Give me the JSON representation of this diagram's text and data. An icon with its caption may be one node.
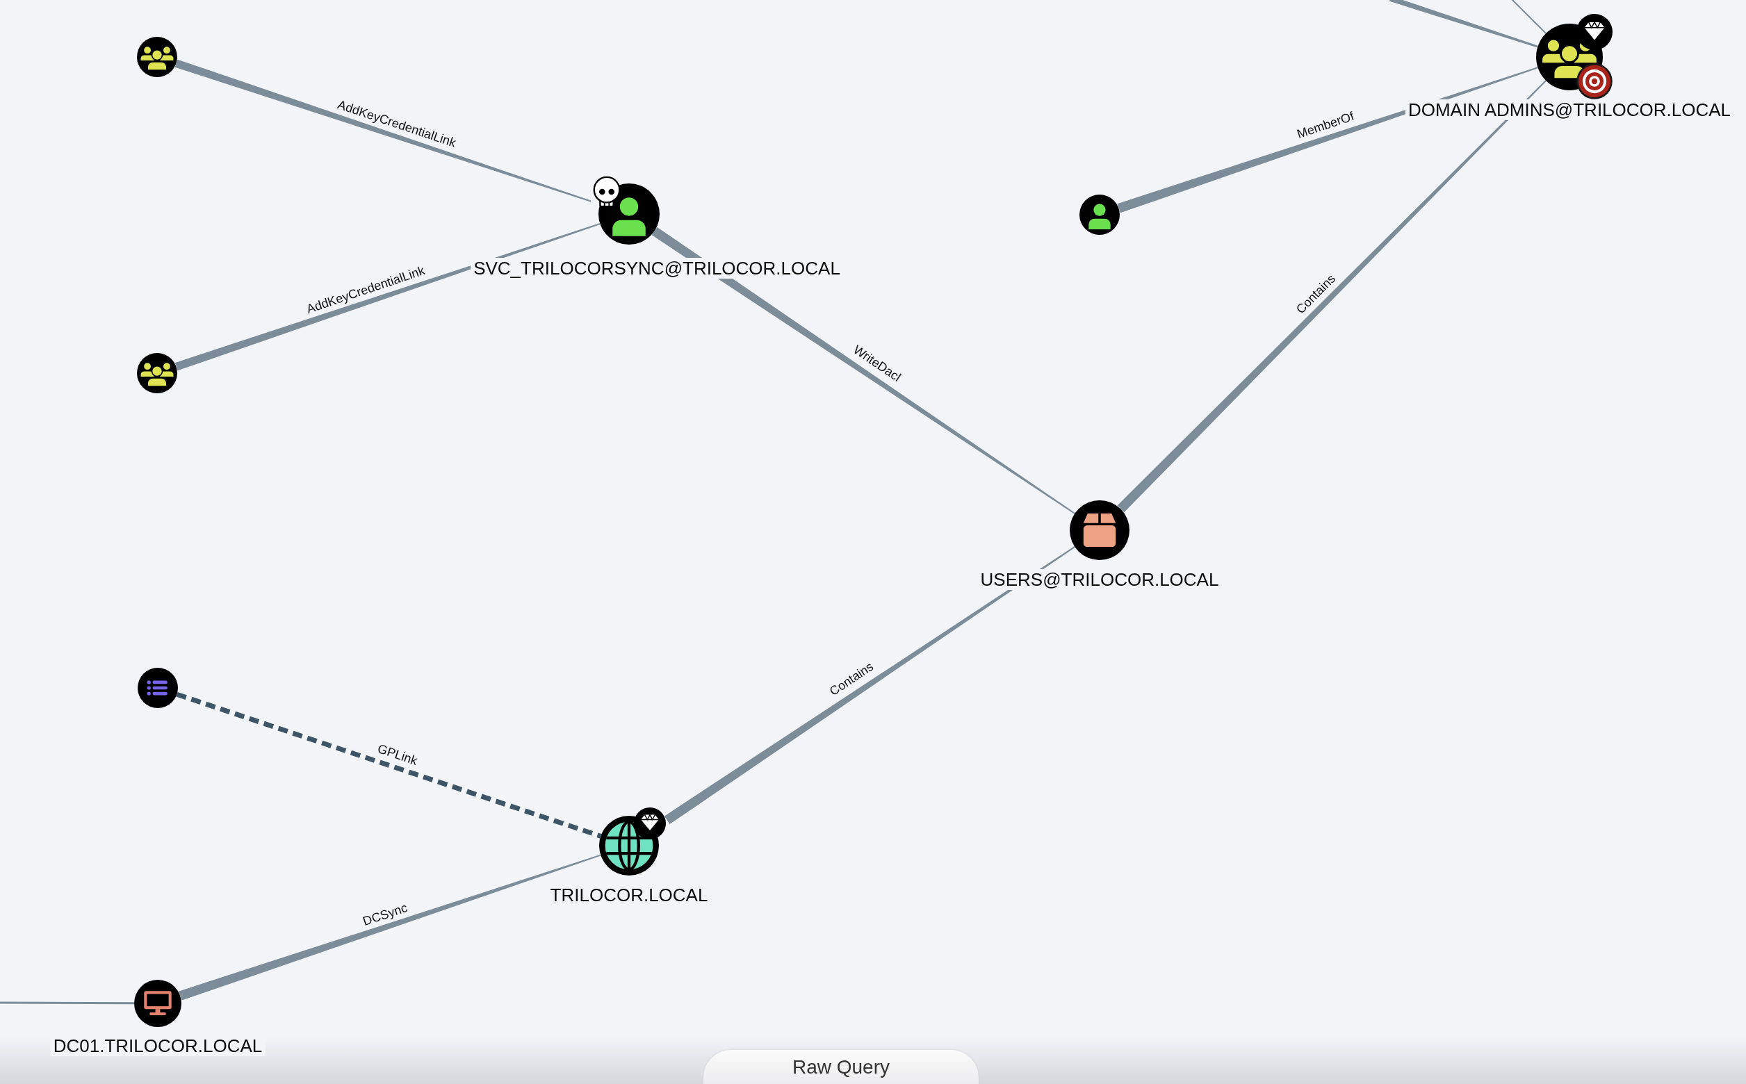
{
  "diagram": {
    "nodes": [
      {
        "text": [],
        "shape": "circle"
      },
      {
        "text": [
          "DOMAIN ADMINS@TRILOCOR.LOCAL"
        ]
      },
      {
        "text": [
          "SVC_TRILOCORSYNC@TRILOCOR.LOCAL"
        ]
      },
      {
        "text": [],
        "shape": "circle"
      },
      {
        "text": [],
        "shape": "circle"
      },
      {
        "text": [
          "USERS@TRILOCOR.LOCAL"
        ]
      },
      {
        "text": [],
        "shape": "circle"
      },
      {
        "text": [
          "TRILOCOR.LOCAL"
        ]
      },
      {
        "text": [
          "DC01.TRILOCOR.LOCAL"
        ]
      }
    ],
    "edges": [
      {
        "from": 0,
        "to": 2,
        "arrow": "none",
        "label": "AddKeyCredentialLink"
      },
      {
        "from": 4,
        "to": 2,
        "arrow": "none",
        "label": "AddKeyCredentialLink"
      },
      {
        "from": 2,
        "to": 5,
        "arrow": "none",
        "label": "WriteDacl"
      },
      {
        "from": 3,
        "to": 1,
        "arrow": "none",
        "label": "MemberOf"
      },
      {
        "from": 5,
        "to": 1,
        "arrow": "none",
        "label": "Contains"
      },
      {
        "from": 7,
        "to": 5,
        "arrow": "none",
        "label": "Contains"
      },
      {
        "from": 6,
        "to": 7,
        "arrow": "none",
        "label": "GPLink",
        "style": "dashed",
        "color": "#3d5566"
      },
      {
        "from": 8,
        "to": 7,
        "arrow": "none",
        "label": "DCSync"
      },
      {
        "from": null,
        "to": 8,
        "arrow": "none"
      },
      {
        "from": null,
        "to": 1,
        "arrow": "none"
      },
      {
        "from": null,
        "to": 1,
        "arrow": "none"
      }
    ],
    "labels": [
      "Raw Query"
    ]
  }
}
